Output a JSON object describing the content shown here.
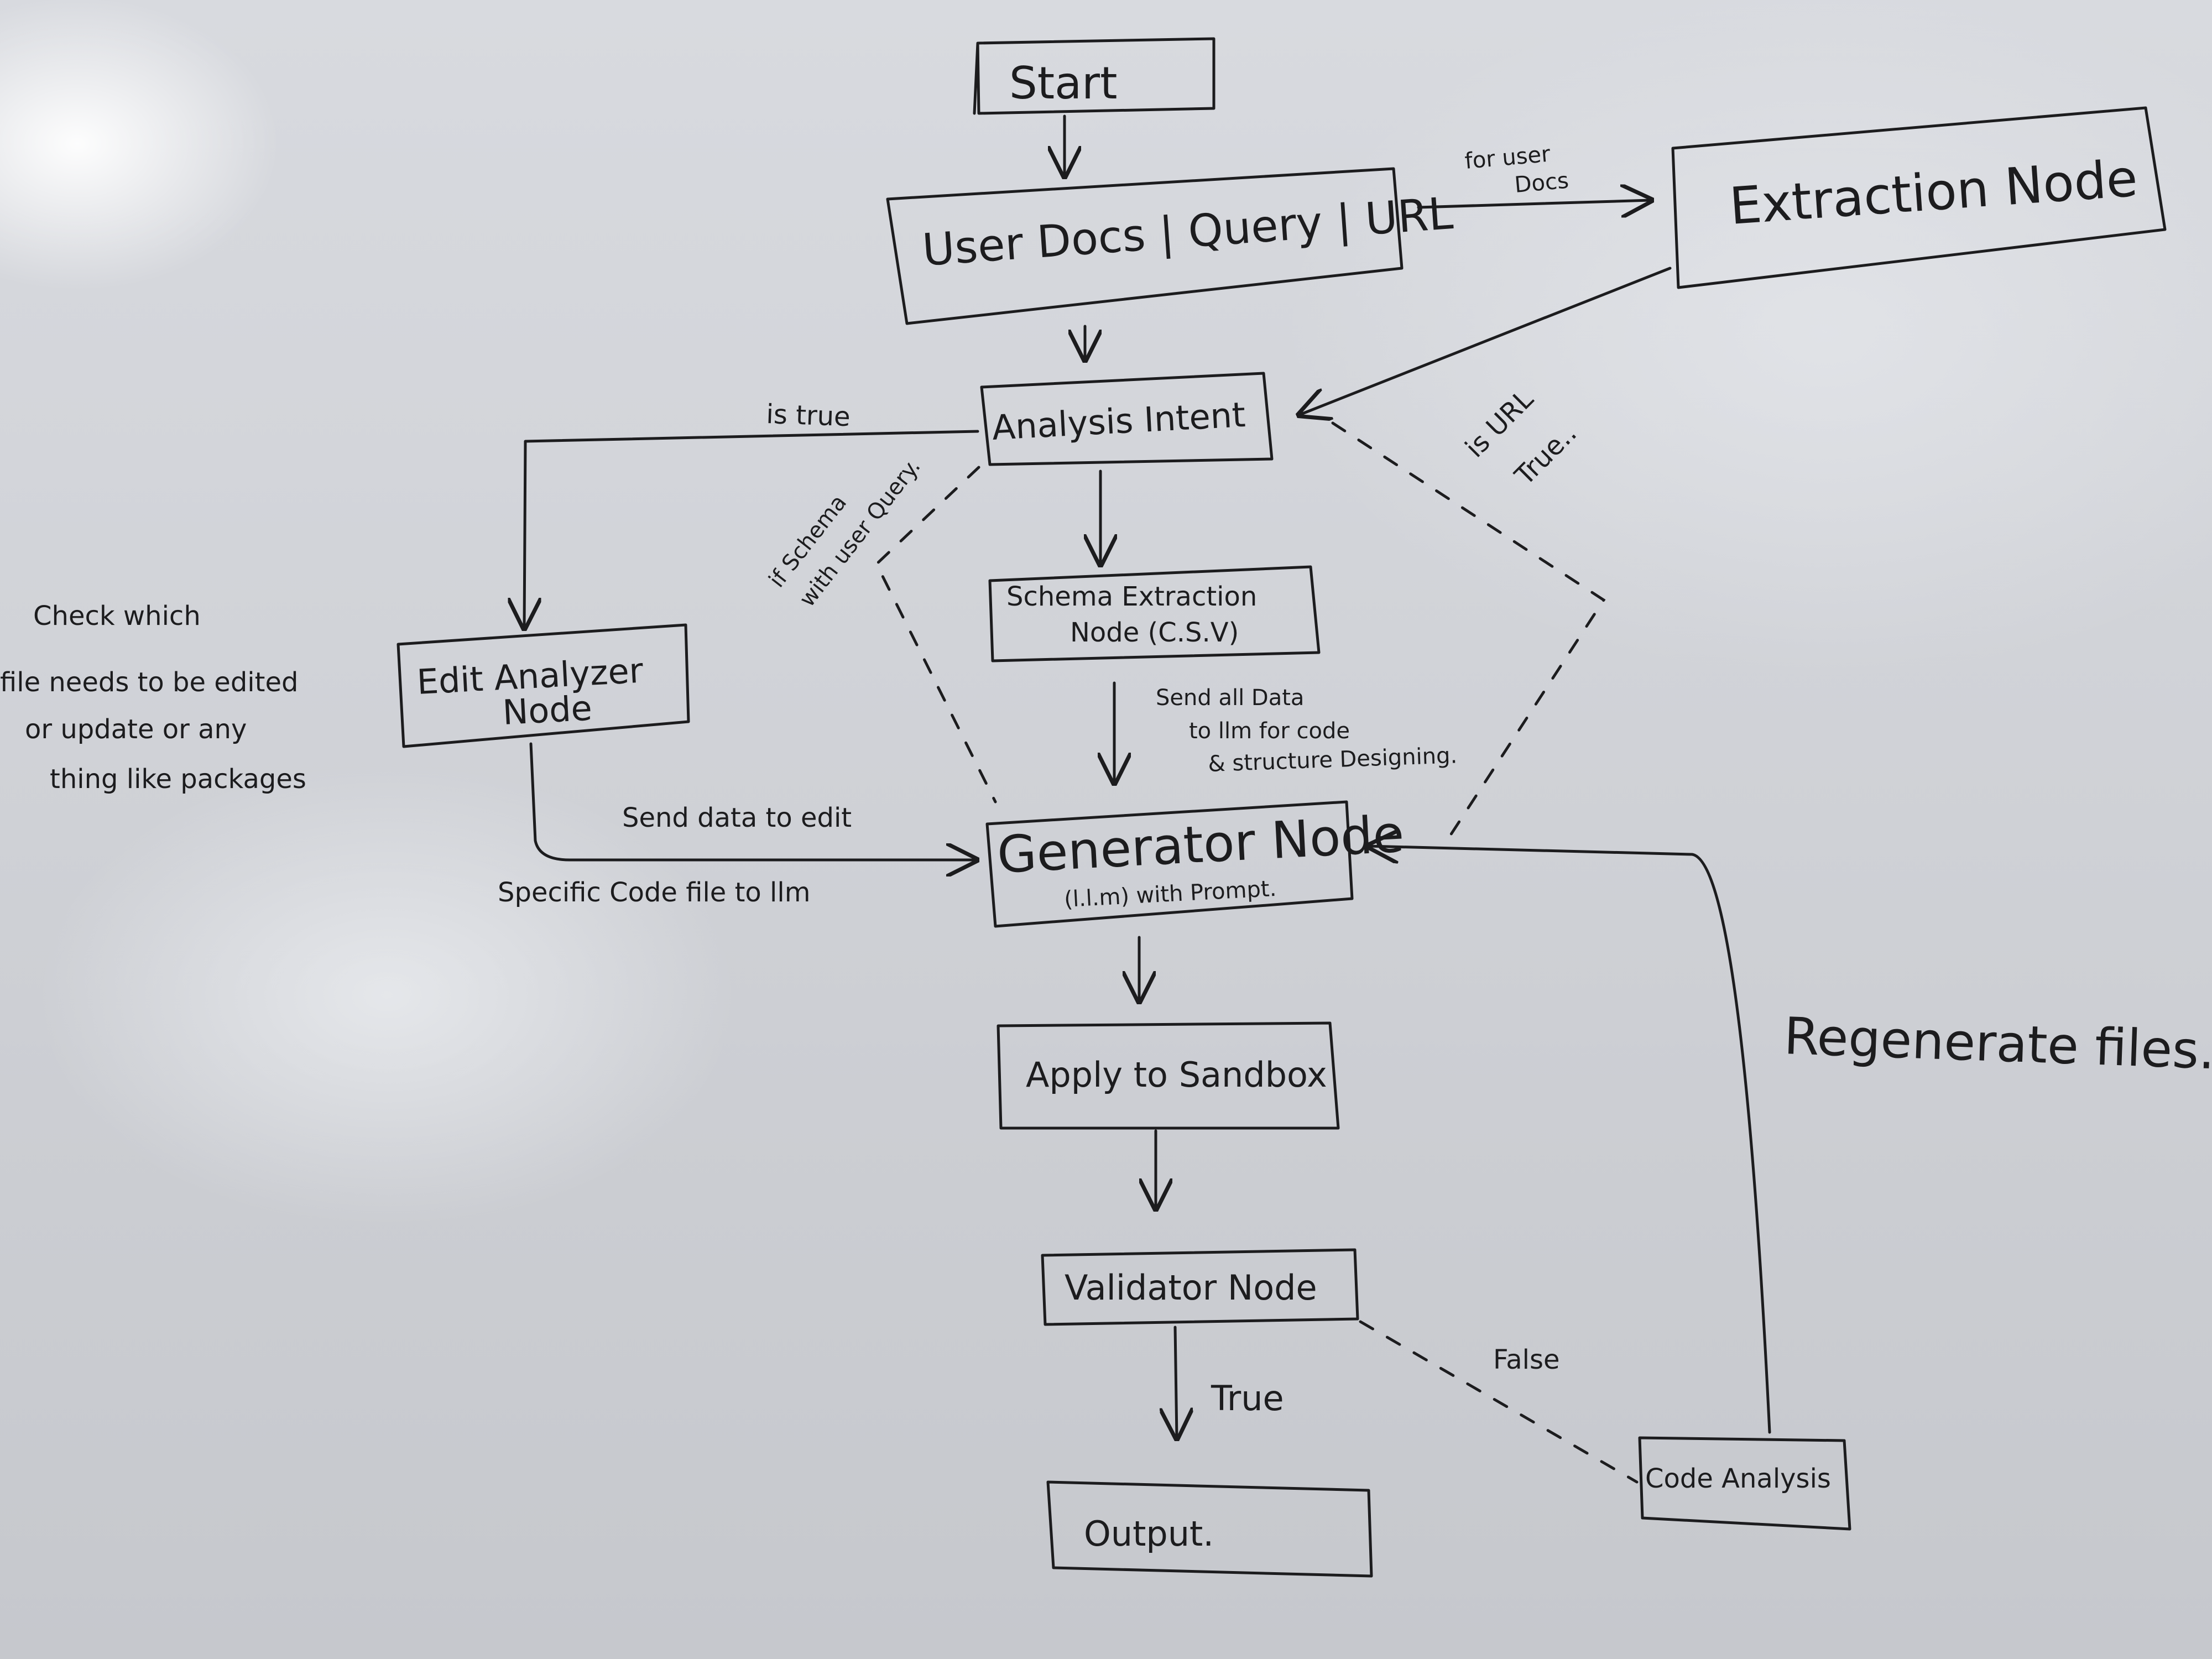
{
  "nodes": {
    "start": "Start",
    "input": "User Docs | Query | URL",
    "extraction": "Extraction Node",
    "intent": "Analysis Intent",
    "schema_line1": "Schema Extraction",
    "schema_line2": "Node (C.S.V)",
    "edit_line1": "Edit Analyzer",
    "edit_line2": "Node",
    "generator_line1": "Generator Node",
    "generator_line2": "(l.l.m) with Prompt.",
    "apply": "Apply to Sandbox",
    "validator": "Validator Node",
    "output": "Output.",
    "code_analysis": "Code Analysis"
  },
  "edges": {
    "for_user_docs_line1": "for user",
    "for_user_docs_line2": "Docs",
    "is_true": "is true",
    "is_url_true_line1": "is URL",
    "is_url_true_line2": "True..",
    "if_schema_line1": "if Schema",
    "if_schema_line2": "with user Query.",
    "send_all_data_line1": "Send all Data",
    "send_all_data_line2": "to llm for code",
    "send_all_data_line3": "& structure Designing.",
    "send_data_to_edit": "Send data to edit",
    "specific_code_file": "Specific Code file to llm",
    "true_label": "True",
    "false_label": "False",
    "regenerate": "Regenerate files."
  },
  "notes": {
    "check_line1": "Check which",
    "check_line2": "file needs to be edited",
    "check_line3": "or update or any",
    "check_line4": "thing like packages"
  },
  "colors": {
    "board": "#cfd1d6",
    "marker": "#1c1c1e"
  }
}
